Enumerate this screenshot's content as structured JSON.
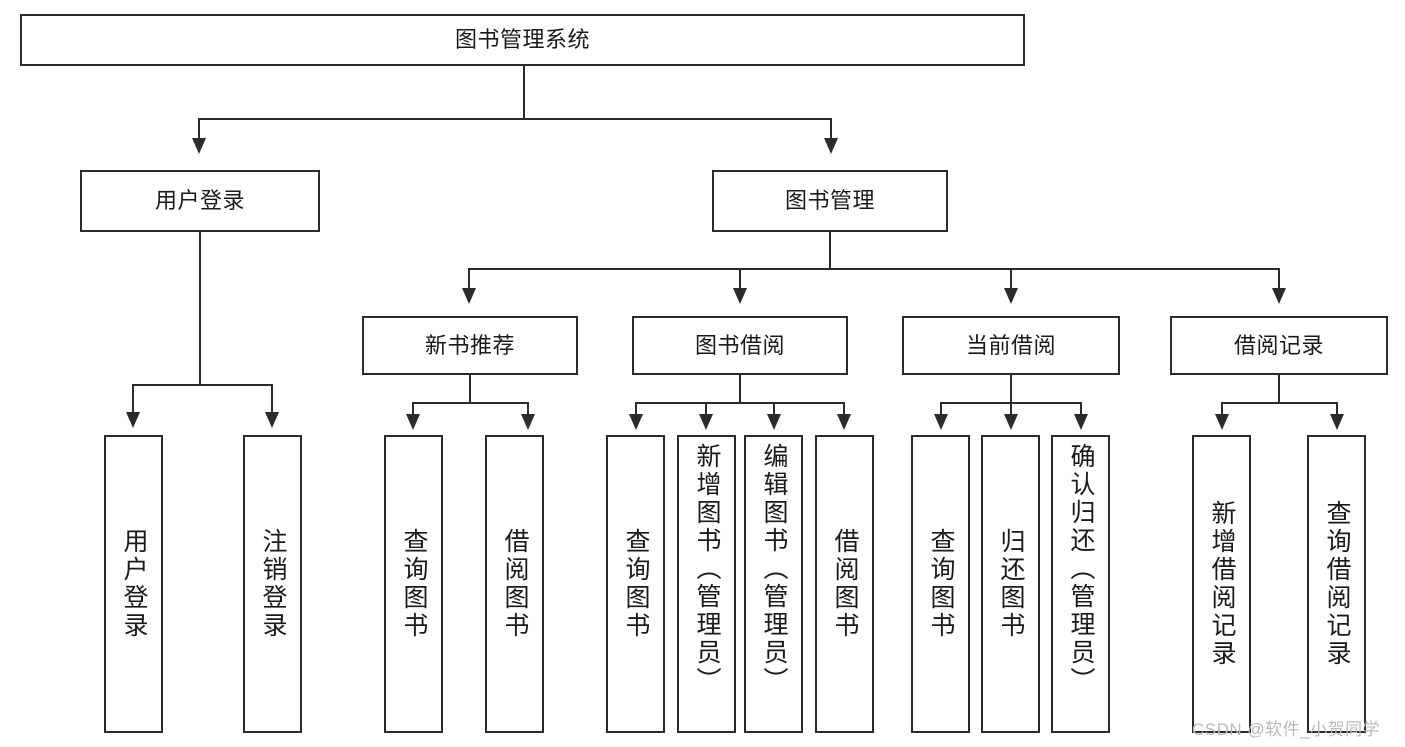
{
  "diagram": {
    "title": "图书管理系统",
    "type": "hierarchy-tree",
    "root": {
      "label": "图书管理系统"
    },
    "level2": [
      {
        "label": "用户登录"
      },
      {
        "label": "图书管理"
      }
    ],
    "level3": [
      {
        "label": "新书推荐"
      },
      {
        "label": "图书借阅"
      },
      {
        "label": "当前借阅"
      },
      {
        "label": "借阅记录"
      }
    ],
    "leaves": {
      "user_login": [
        {
          "label": "用户登录"
        },
        {
          "label": "注销登录"
        }
      ],
      "new_book": [
        {
          "label": "查询图书"
        },
        {
          "label": "借阅图书"
        }
      ],
      "book_borrow": [
        {
          "label": "查询图书"
        },
        {
          "label": "新增图书（管理员）"
        },
        {
          "label": "编辑图书（管理员）"
        },
        {
          "label": "借阅图书"
        }
      ],
      "current_borrow": [
        {
          "label": "查询图书"
        },
        {
          "label": "归还图书"
        },
        {
          "label": "确认归还（管理员）"
        }
      ],
      "borrow_record": [
        {
          "label": "新增借阅记录"
        },
        {
          "label": "查询借阅记录"
        }
      ]
    }
  },
  "watermark": {
    "text": "CSDN @软件_小贺同学"
  },
  "colors": {
    "stroke": "#2b2b2b",
    "background": "#ffffff",
    "text": "#1a1a1a",
    "watermark": "#b9b9b9"
  }
}
